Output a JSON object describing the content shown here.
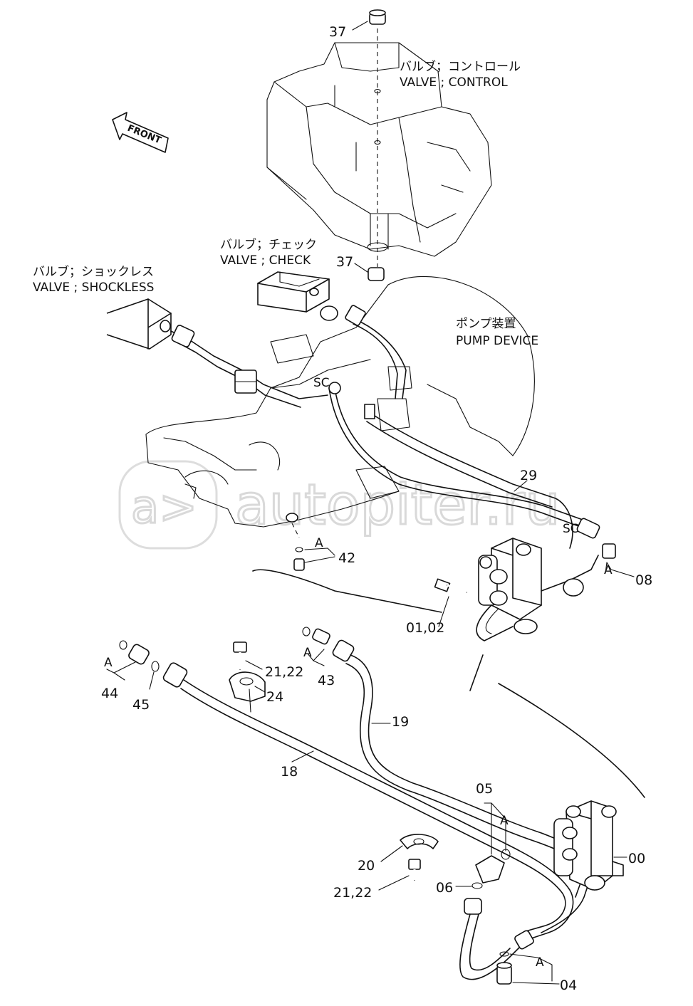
{
  "watermark": "autopiter.ru",
  "front_arrow": "FRONT",
  "components": {
    "control_valve_jp": "バルブ；コントロール",
    "control_valve_en": "VALVE ; CONTROL",
    "check_valve_jp": "バルブ；チェック",
    "check_valve_en": "VALVE ; CHECK",
    "shockless_valve_jp": "バルブ；ショックレス",
    "shockless_valve_en": "VALVE ; SHOCKLESS",
    "pump_device_jp": "ポンプ装置",
    "pump_device_en": "PUMP DEVICE"
  },
  "part_labels": {
    "p37_top": "37",
    "p37_bottom": "37",
    "sc_1": "SC",
    "sc_2": "SC",
    "p29": "29",
    "p42": "42",
    "p08": "08",
    "p01_02": "01,02",
    "p44": "44",
    "p45": "45",
    "p21_22_top": "21,22",
    "p43": "43",
    "p24": "24",
    "p19": "19",
    "p18": "18",
    "p05": "05",
    "p00": "00",
    "p20": "20",
    "p06": "06",
    "p21_22_bottom": "21,22",
    "p04": "04",
    "a_42": "A",
    "a_08": "A",
    "a_44": "A",
    "a_43": "A",
    "a_05": "A",
    "a_04": "A"
  }
}
